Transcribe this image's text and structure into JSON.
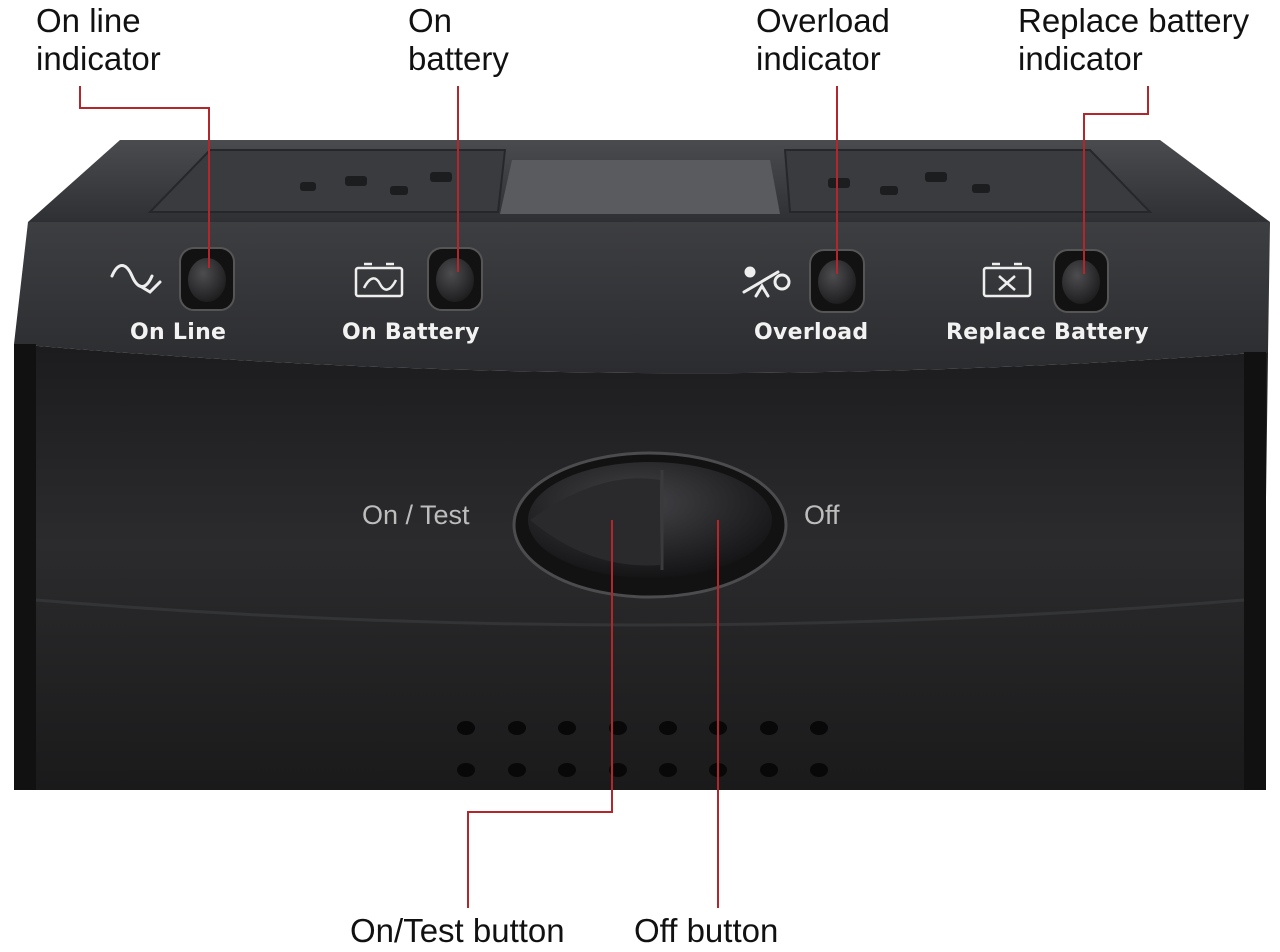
{
  "callouts": {
    "on_line": [
      "On line",
      "indicator"
    ],
    "on_battery": [
      "On",
      "battery"
    ],
    "overload": [
      "Overload",
      "indicator"
    ],
    "replace_battery": [
      "Replace battery",
      "indicator"
    ],
    "on_test_button": [
      "On/Test button"
    ],
    "off_button": [
      "Off button"
    ]
  },
  "panel_labels": {
    "on_line": "On Line",
    "on_battery": "On Battery",
    "overload": "Overload",
    "replace_battery": "Replace Battery"
  },
  "switch_labels": {
    "on_test": "On / Test",
    "off": "Off"
  },
  "icons": {
    "on_line": "ac-wave-icon",
    "on_battery": "battery-wave-icon",
    "overload": "overload-seesaw-icon",
    "replace_battery": "battery-x-icon"
  },
  "colors": {
    "leader_line": "#b3262b",
    "device_body": "#2a2a2c",
    "top_panel": "#3a3b3e"
  }
}
